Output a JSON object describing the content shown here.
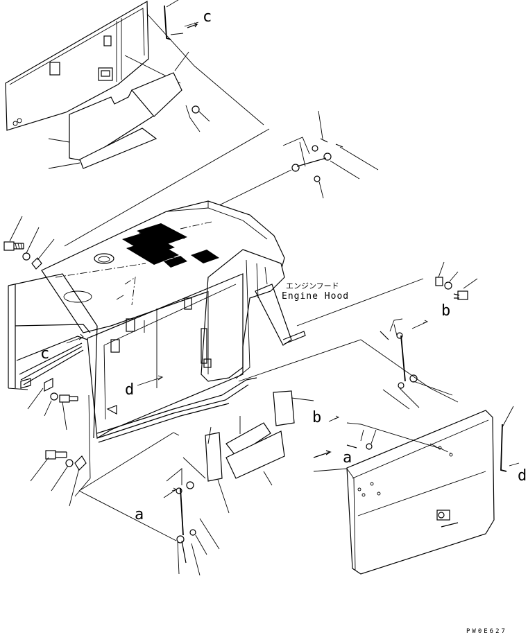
{
  "diagram": {
    "labels": {
      "c_top": "c",
      "c_left": "c",
      "b_right": "b",
      "b_mid": "b",
      "d_left": "d",
      "d_right": "d",
      "a_left": "a",
      "a_mid": "a"
    },
    "hood_name_jp": "エンジンフード",
    "hood_name_en": "Engine Hood",
    "drawing_code": "PW0E627"
  }
}
